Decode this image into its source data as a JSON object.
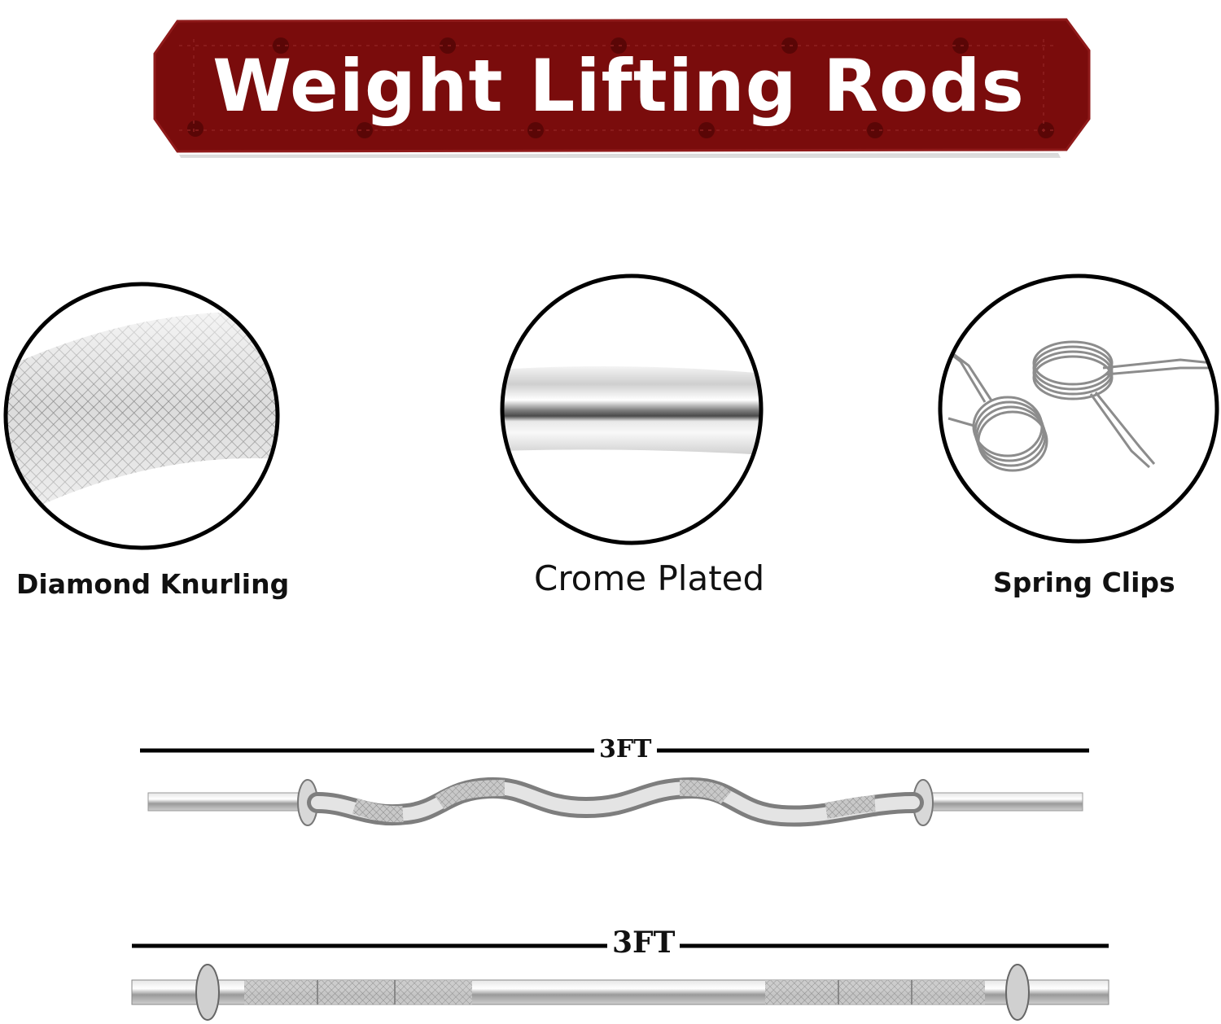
{
  "banner": {
    "title": "Weight Lifting Rods",
    "color": "#7a0c0c"
  },
  "features": [
    {
      "label": "Diamond Knurling",
      "icon": "knurled-bar-closeup-icon"
    },
    {
      "label": "Crome Plated",
      "icon": "chrome-bar-closeup-icon"
    },
    {
      "label": "Spring Clips",
      "icon": "spring-clips-icon"
    }
  ],
  "rods": [
    {
      "type": "curl bar",
      "length_label": "3FT"
    },
    {
      "type": "straight bar",
      "length_label": "3FT"
    }
  ]
}
